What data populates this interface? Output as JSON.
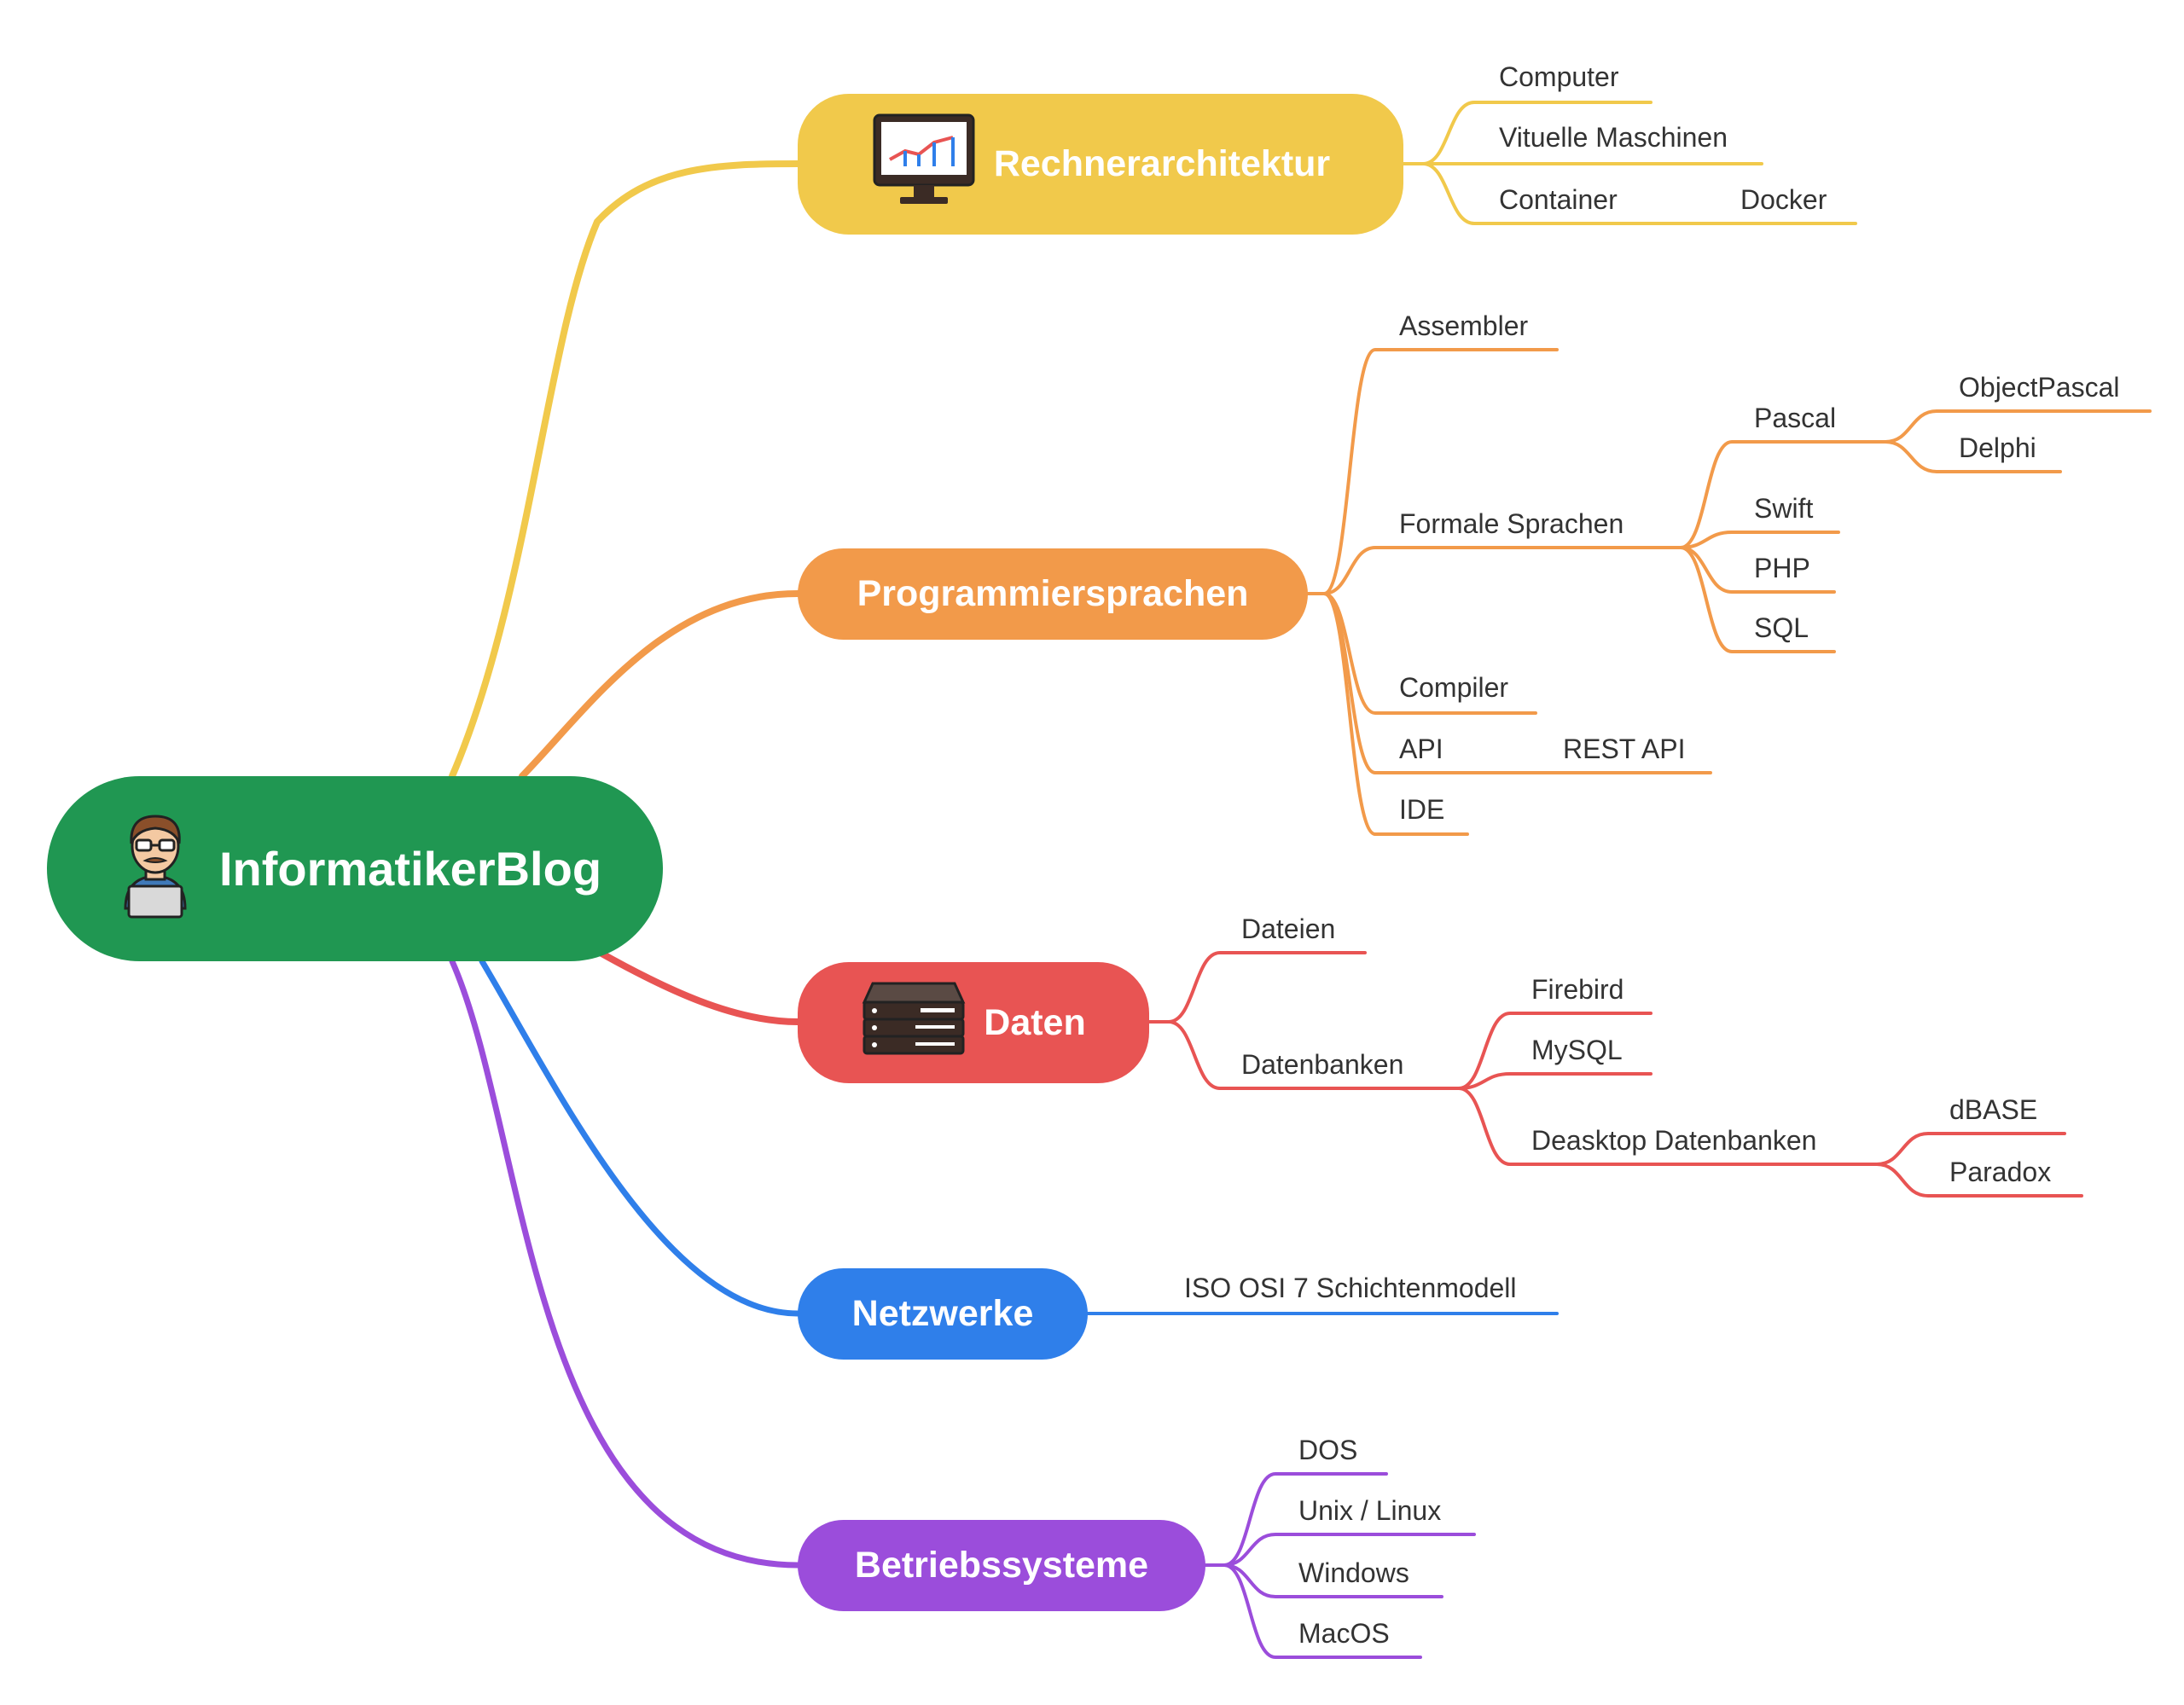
{
  "root": {
    "label": "InformatikerBlog",
    "color": "#209752",
    "icon": "programmer-avatar-icon"
  },
  "branches": [
    {
      "id": "rechnerarchitektur",
      "label": "Rechnerarchitektur",
      "color": "#F1C94B",
      "icon": "monitor-chart-icon",
      "children": [
        {
          "label": "Computer"
        },
        {
          "label": "Vituelle Maschinen"
        },
        {
          "label": "Container",
          "children": [
            {
              "label": "Docker"
            }
          ]
        }
      ]
    },
    {
      "id": "programmiersprachen",
      "label": "Programmiersprachen",
      "color": "#F29A4A",
      "children": [
        {
          "label": "Assembler"
        },
        {
          "label": "Formale Sprachen",
          "children": [
            {
              "label": "Pascal",
              "children": [
                {
                  "label": "ObjectPascal"
                },
                {
                  "label": "Delphi"
                }
              ]
            },
            {
              "label": "Swift"
            },
            {
              "label": "PHP"
            },
            {
              "label": "SQL"
            }
          ]
        },
        {
          "label": "Compiler"
        },
        {
          "label": "API",
          "children": [
            {
              "label": "REST API"
            }
          ]
        },
        {
          "label": "IDE"
        }
      ]
    },
    {
      "id": "daten",
      "label": "Daten",
      "color": "#E85453",
      "icon": "server-rack-icon",
      "children": [
        {
          "label": "Dateien"
        },
        {
          "label": "Datenbanken",
          "children": [
            {
              "label": "Firebird"
            },
            {
              "label": "MySQL"
            },
            {
              "label": "Deasktop Datenbanken",
              "children": [
                {
                  "label": "dBASE"
                },
                {
                  "label": "Paradox"
                }
              ]
            }
          ]
        }
      ]
    },
    {
      "id": "netzwerke",
      "label": "Netzwerke",
      "color": "#2F7FEA",
      "children": [
        {
          "label": "ISO OSI 7 Schichtenmodell"
        }
      ]
    },
    {
      "id": "betriebssysteme",
      "label": "Betriebssysteme",
      "color": "#9B4DDB",
      "children": [
        {
          "label": "DOS"
        },
        {
          "label": "Unix / Linux"
        },
        {
          "label": "Windows"
        },
        {
          "label": "MacOS"
        }
      ]
    }
  ]
}
